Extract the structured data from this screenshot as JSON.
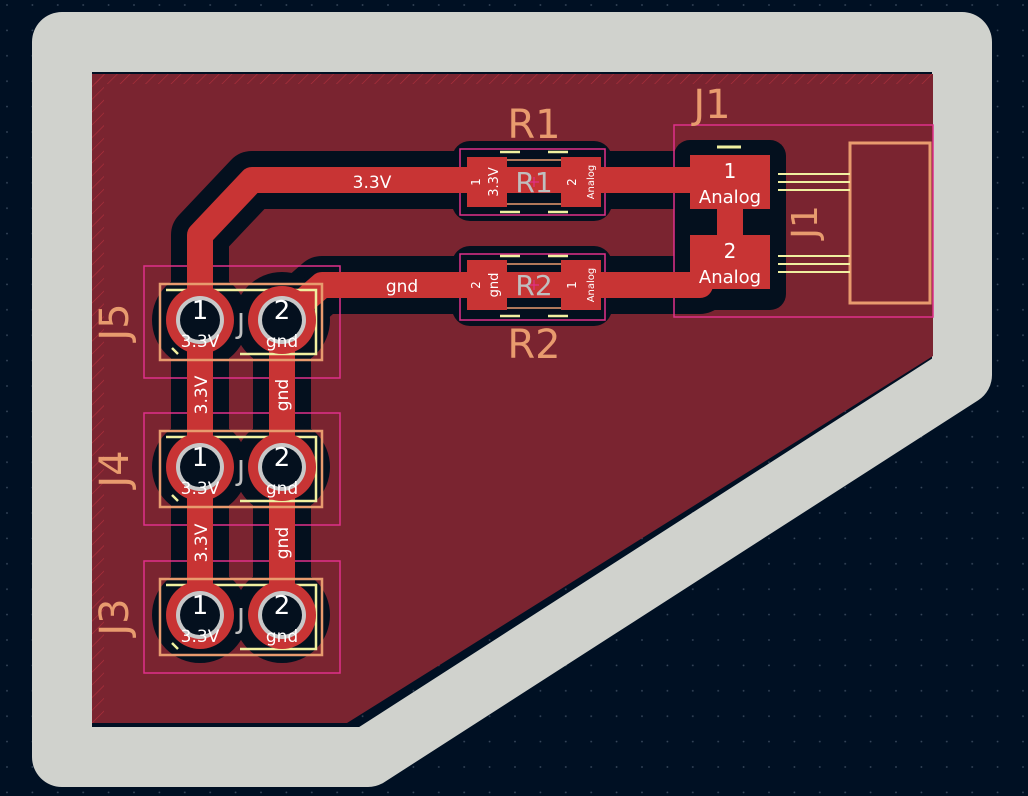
{
  "colors": {
    "background": "#001023",
    "grid_dot": "#3a4a5e",
    "edge_cuts": "#d0d2cd",
    "copper_zone": "#7a2430",
    "copper_trace": "#c83434",
    "clearance": "#04101e",
    "courtyard": "#e0308a",
    "silkscreen": "#f0f0a0",
    "fab": "#e89b6e",
    "pad_hole": "#c8c8c8",
    "pad_text": "#ffffff"
  },
  "nets": {
    "vcc": "3.3V",
    "gnd": "gnd",
    "analog": "Analog"
  },
  "components": {
    "r1": {
      "ref": "R1",
      "fab_ref": "R1",
      "pad1_num": "1",
      "pad1_net": "3.3V",
      "pad2_num": "2",
      "pad2_net": "Analog"
    },
    "r2": {
      "ref": "R2",
      "fab_ref": "R2",
      "pad1_num": "1",
      "pad1_net": "Analog",
      "pad2_num": "2",
      "pad2_net": "gnd"
    },
    "j1": {
      "ref": "J1",
      "fab_ref": "J1",
      "pad1_num": "1",
      "pad1_net": "Analog",
      "pad2_num": "2",
      "pad2_net": "Analog"
    },
    "j3": {
      "ref": "J3",
      "pad1_num": "1",
      "pad1_net": "3.3V",
      "pad2_num": "2",
      "pad2_net": "gnd",
      "fab_ref": "J"
    },
    "j4": {
      "ref": "J4",
      "pad1_num": "1",
      "pad1_net": "3.3V",
      "pad2_num": "2",
      "pad2_net": "gnd",
      "fab_ref": "J"
    },
    "j5": {
      "ref": "J5",
      "pad1_num": "1",
      "pad1_net": "3.3V",
      "pad2_num": "2",
      "pad2_net": "gnd",
      "fab_ref": "J"
    }
  },
  "trace_labels": {
    "top_vcc": "3.3V",
    "top_gnd": "gnd",
    "j5_j4_vcc": "3.3V",
    "j5_j4_gnd": "gnd",
    "j4_j3_vcc": "3.3V",
    "j4_j3_gnd": "gnd"
  }
}
